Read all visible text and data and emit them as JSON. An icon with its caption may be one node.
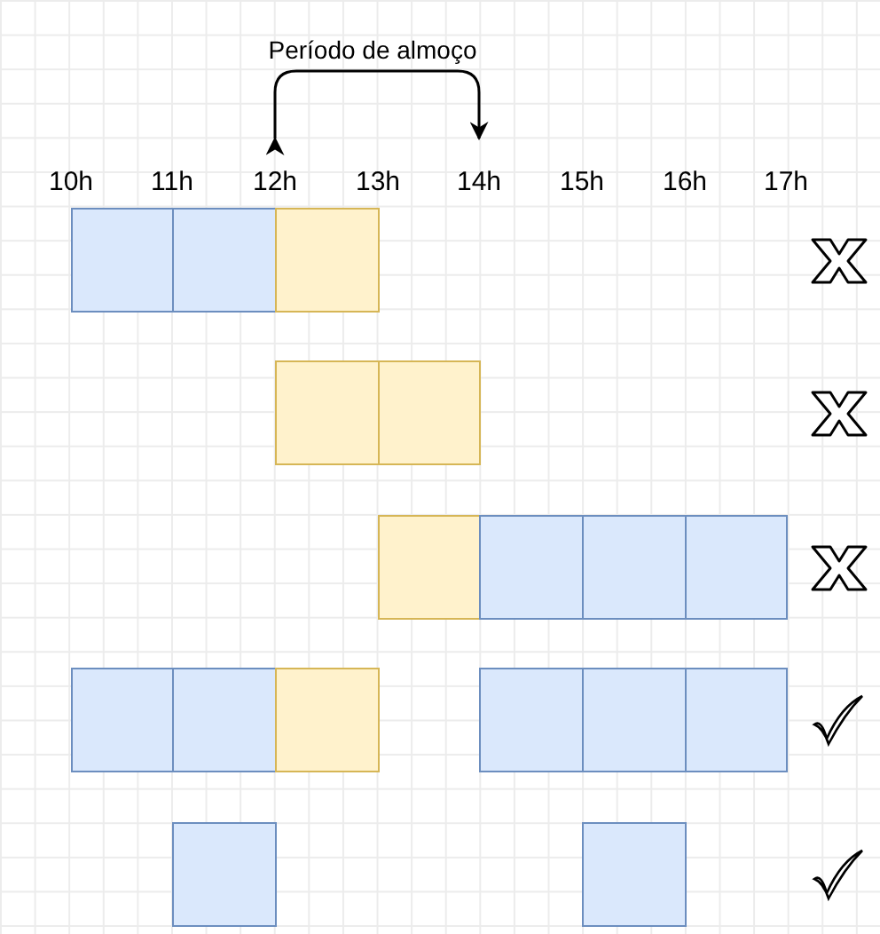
{
  "diagram": {
    "nodes": [
      {
        "text": [],
        "shape": "box"
      },
      {
        "text": [],
        "shape": "box"
      },
      {
        "text": [],
        "shape": "box"
      },
      {
        "text": [],
        "shape": "box"
      },
      {
        "text": [],
        "shape": "box"
      },
      {
        "text": [],
        "shape": "box"
      },
      {
        "text": [],
        "shape": "box"
      },
      {
        "text": [],
        "shape": "box"
      },
      {
        "text": [],
        "shape": "box"
      },
      {
        "text": [],
        "shape": "box"
      },
      {
        "text": [],
        "shape": "box"
      },
      {
        "text": [],
        "shape": "box"
      },
      {
        "text": [],
        "shape": "box"
      },
      {
        "text": [],
        "shape": "box"
      },
      {
        "text": [],
        "shape": "box"
      },
      {
        "text": [],
        "shape": "box"
      },
      {
        "text": [],
        "shape": "box"
      }
    ],
    "labels": [
      "Período de almoço",
      "10h",
      "11h",
      "12h",
      "13h",
      "14h",
      "15h",
      "16h",
      "17h"
    ]
  }
}
